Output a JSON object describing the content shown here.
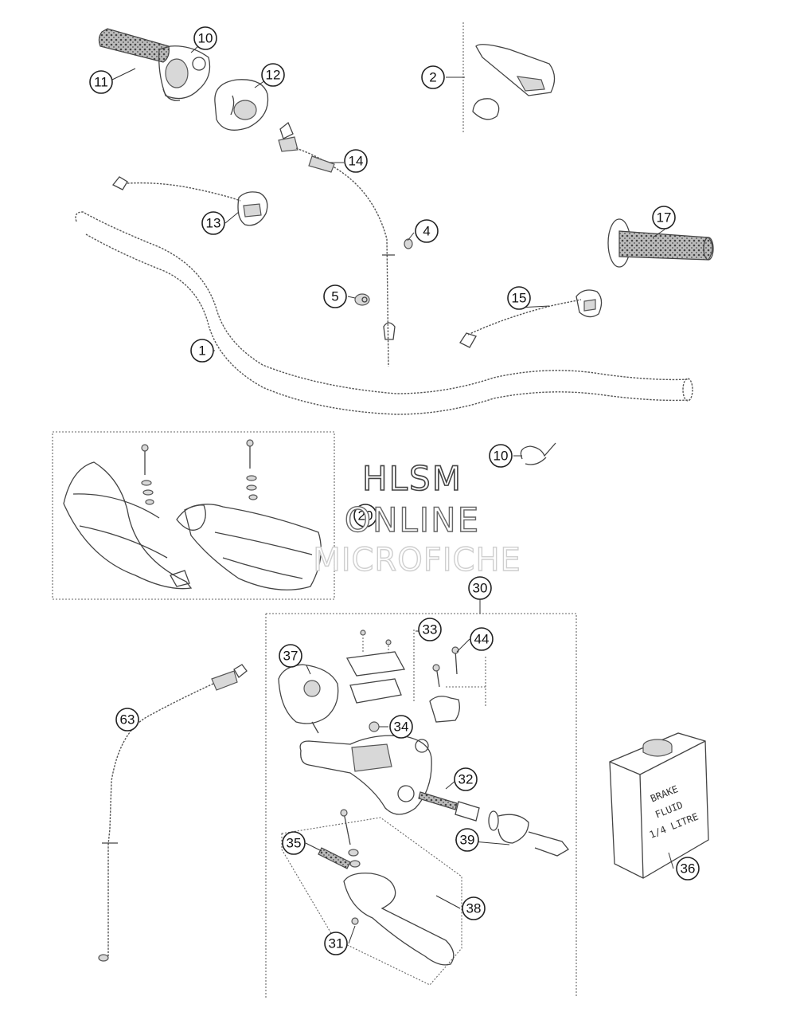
{
  "watermark": {
    "line1": "HLSM",
    "line2": "ONLINE",
    "line3": "MICROFICHE"
  },
  "can_label": {
    "line1": "BRAKE",
    "line2": "FLUID",
    "line3": "1/4 LITRE"
  },
  "callouts": [
    "10",
    "11",
    "12",
    "2",
    "14",
    "13",
    "4",
    "17",
    "5",
    "15",
    "1",
    "10",
    "20",
    "30",
    "33",
    "44",
    "37",
    "63",
    "34",
    "32",
    "39",
    "35",
    "36",
    "38",
    "31"
  ]
}
